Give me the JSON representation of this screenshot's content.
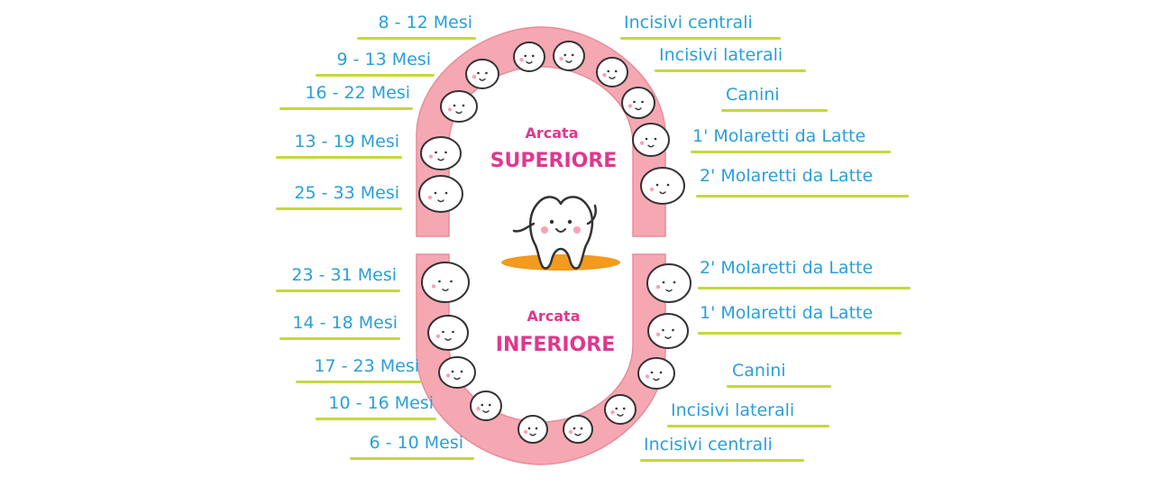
{
  "upper": {
    "arch_word": "Arcata",
    "arch_name": "SUPERIORE",
    "ages": [
      "8 - 12 Mesi",
      "9 - 13 Mesi",
      "16 - 22 Mesi",
      "13 - 19 Mesi",
      "25 - 33 Mesi"
    ],
    "teeth": [
      "Incisivi centrali",
      "Incisivi laterali",
      "Canini",
      "1' Molaretti da Latte",
      "2' Molaretti da Latte"
    ]
  },
  "lower": {
    "arch_word": "Arcata",
    "arch_name": "INFERIORE",
    "ages": [
      "23 - 31 Mesi",
      "14 - 18 Mesi",
      "17 - 23 Mesi",
      "10 - 16 Mesi",
      "6 - 10 Mesi"
    ],
    "teeth": [
      "2' Molaretti da Latte",
      "1' Molaretti da Latte",
      "Canini",
      "Incisivi laterali",
      "Incisivi centrali"
    ]
  },
  "colors": {
    "gum": "#f5a8b2",
    "gum_outline": "#e98c99",
    "label_text": "#2a9fd9",
    "underline": "#c5d83d",
    "arch_title": "#e0378e",
    "mascot_shadow": "#f39a1f"
  },
  "icons": [
    "tooth-mascot-icon",
    "tooth-icon"
  ]
}
